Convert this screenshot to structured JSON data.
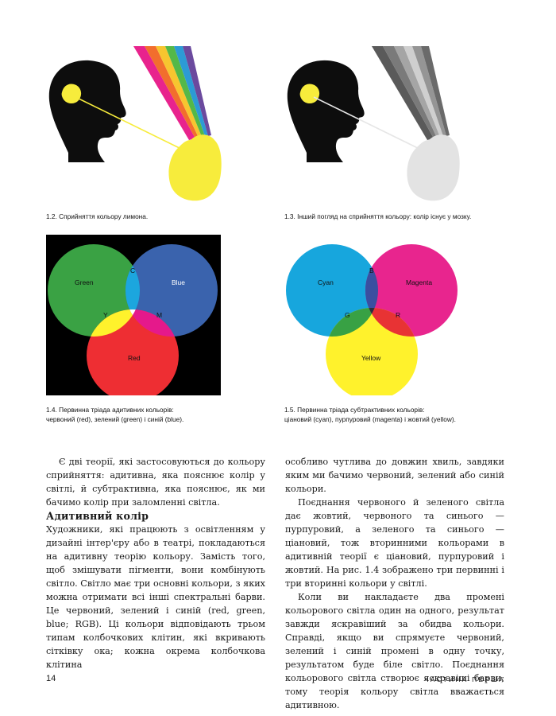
{
  "figures": {
    "fig12": {
      "caption": "1.2. Сприйняття кольору лимона."
    },
    "fig13": {
      "caption": "1.3. Інший погляд на сприйняття кольору: колір існує у мозку."
    },
    "fig14": {
      "caption_line1": "1.4. Первинна тріада адитивних кольорів:",
      "caption_line2": "червоний (red), зелений (green) і синій (blue).",
      "labels": {
        "green": "Green",
        "blue": "Blue",
        "red": "Red",
        "c": "C",
        "y": "Y",
        "m": "M"
      }
    },
    "fig15": {
      "caption_line1": "1.5. Первинна тріада субтрактивних кольорів:",
      "caption_line2": "ціановий (cyan), пурпуровий (magenta) і жовтий (yellow).",
      "labels": {
        "cyan": "Cyan",
        "magenta": "Magenta",
        "yellow": "Yellow",
        "b": "B",
        "g": "G",
        "r": "R"
      }
    }
  },
  "colors": {
    "add_green": "#3aa244",
    "add_blue": "#3a63ad",
    "add_red": "#ee2e33",
    "add_cyan": "#1ca6de",
    "add_yellow": "#fff22c",
    "add_magenta": "#e5198b",
    "sub_cyan": "#17a6dd",
    "sub_magenta": "#e8258e",
    "sub_yellow": "#fff22c",
    "sub_blue": "#3a4fa0",
    "sub_green": "#38a144",
    "sub_red": "#e83334",
    "sub_dark": "#2a2f3f",
    "lemon": "#f7ec3c",
    "lemon_gray": "#e3e3e3"
  },
  "text": {
    "left_p1": "Є дві теорії, які застосовуються до кольору сприйняття: адитивна, яка пояснює колір у світлі, й субтрактивна, яка пояснює, як ми бачимо колір при заломленні світла.",
    "left_heading": "Адитивний колір",
    "left_p2": "Художники, які працюють з освітленням у дизайні інтер'єру або в театрі, покладаються на адитивну теорію кольору. Замість того, щоб змішувати пігменти, вони комбінують світло. Світло має три основні кольори, з яких можна отримати всі інші спектральні барви. Це червоний, зелений і синій (red, green, blue; RGB). Ці кольори відповідають трьом типам колбочкових клітин, які вкривають сітківку ока; кожна окрема колбочкова клітина",
    "right_p1": "особливо чутлива до довжин хвиль, завдяки яким ми бачимо червоний, зелений або синій кольори.",
    "right_p2": "Поєднання червоного й зеленого світла дає жовтий, червоного та синього — пурпуровий, а зеленого та синього — ціановий, тож вторинними кольорами в адитивній теорії є ціановий, пурпуровий і жовтий. На рис. 1.4 зображено три первинні і три вторинні кольори у світлі.",
    "right_p3": "Коли ви накладаєте два промені кольорового світла один на одного, результат завжди яскравіший за обидва кольори. Справді, якщо ви спрямуєте червоний, зелений і синій промені в одну точку, результатом буде біле світло. Поєднання кольорового світла створює яскравіші барви; тому теорія кольору світла вважається адитивною."
  },
  "footer": {
    "page_number": "14",
    "running_title": "ЧАСТИНА ПЕРША"
  }
}
